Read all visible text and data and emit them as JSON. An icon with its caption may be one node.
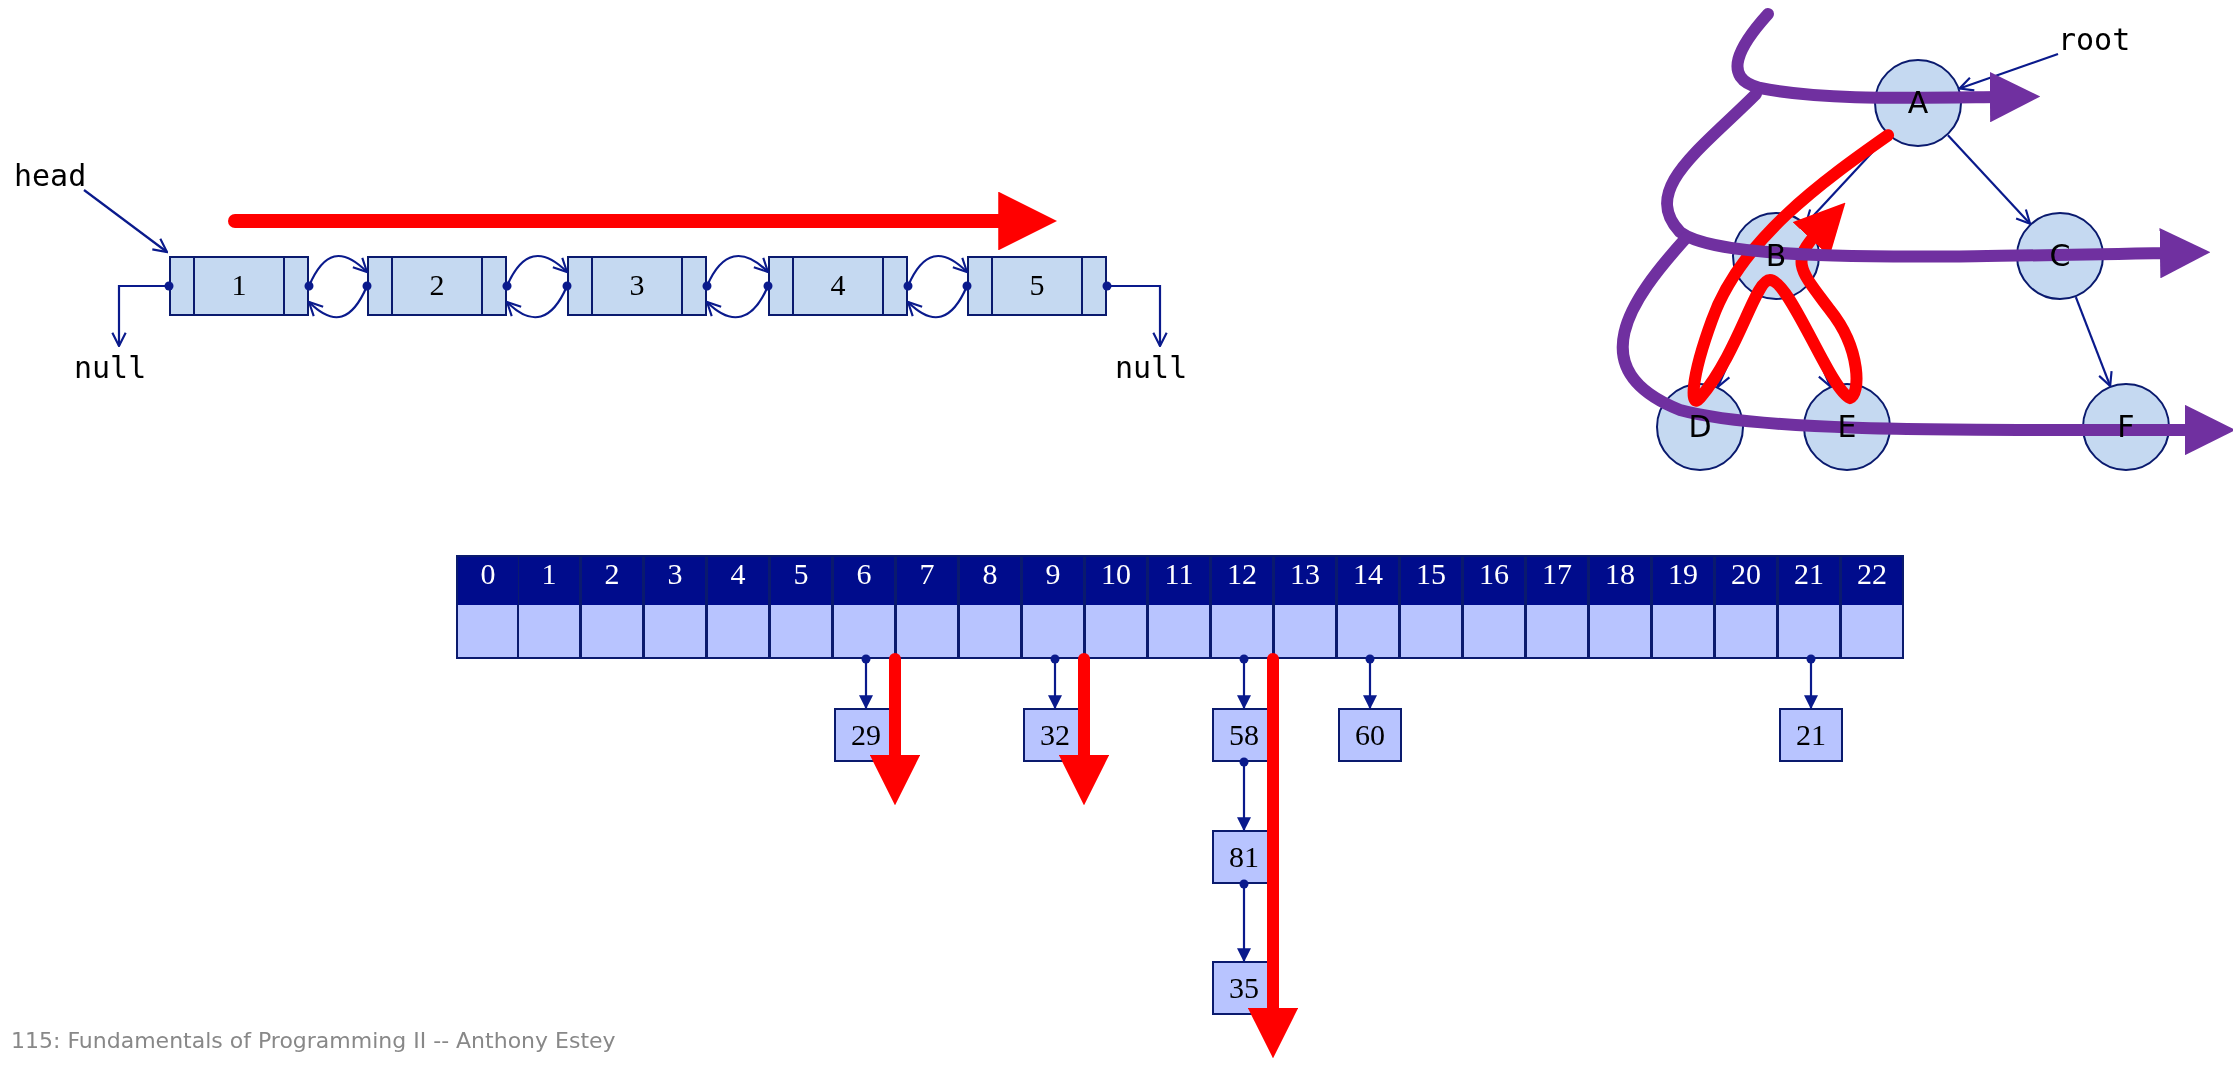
{
  "diagram": {
    "nodes": [
      {
        "text": [
          "head"
        ]
      },
      {
        "text": [
          "1"
        ]
      },
      {
        "text": [
          "2"
        ]
      },
      {
        "text": [
          "3"
        ]
      },
      {
        "text": [
          "4"
        ]
      },
      {
        "text": [
          "5"
        ]
      },
      {
        "text": [
          "null"
        ]
      },
      {
        "text": [
          "null"
        ]
      },
      {
        "text": [
          "root"
        ]
      },
      {
        "text": [
          "A"
        ]
      },
      {
        "text": [
          "B"
        ]
      },
      {
        "text": [
          "C"
        ]
      },
      {
        "text": [
          "D"
        ]
      },
      {
        "text": [
          "E"
        ]
      },
      {
        "text": [
          "F"
        ]
      },
      {
        "text": [
          "0"
        ]
      },
      {
        "text": [
          "1"
        ]
      },
      {
        "text": [
          "2"
        ]
      },
      {
        "text": [
          "3"
        ]
      },
      {
        "text": [
          "4"
        ]
      },
      {
        "text": [
          "5"
        ]
      },
      {
        "text": [
          "6"
        ]
      },
      {
        "text": [
          "7"
        ]
      },
      {
        "text": [
          "8"
        ]
      },
      {
        "text": [
          "9"
        ]
      },
      {
        "text": [
          "10"
        ]
      },
      {
        "text": [
          "11"
        ]
      },
      {
        "text": [
          "12"
        ]
      },
      {
        "text": [
          "13"
        ]
      },
      {
        "text": [
          "14"
        ]
      },
      {
        "text": [
          "15"
        ]
      },
      {
        "text": [
          "16"
        ]
      },
      {
        "text": [
          "17"
        ]
      },
      {
        "text": [
          "18"
        ]
      },
      {
        "text": [
          "19"
        ]
      },
      {
        "text": [
          "20"
        ]
      },
      {
        "text": [
          "21"
        ]
      },
      {
        "text": [
          "22"
        ]
      },
      {
        "text": [
          "29"
        ]
      },
      {
        "text": [
          "32"
        ]
      },
      {
        "text": [
          "58"
        ]
      },
      {
        "text": [
          "81"
        ]
      },
      {
        "text": [
          "35"
        ]
      },
      {
        "text": [
          "60"
        ]
      },
      {
        "text": [
          "21"
        ]
      }
    ],
    "edges": [
      {
        "from": 0,
        "to": 1,
        "arrow": "to"
      },
      {
        "from": 1,
        "to": 2,
        "arrow": "to"
      },
      {
        "from": 2,
        "to": 1,
        "arrow": "to"
      },
      {
        "from": 2,
        "to": 3,
        "arrow": "to"
      },
      {
        "from": 3,
        "to": 2,
        "arrow": "to"
      },
      {
        "from": 3,
        "to": 4,
        "arrow": "to"
      },
      {
        "from": 4,
        "to": 3,
        "arrow": "to"
      },
      {
        "from": 4,
        "to": 5,
        "arrow": "to"
      },
      {
        "from": 5,
        "to": 4,
        "arrow": "to"
      },
      {
        "from": 1,
        "to": 6,
        "arrow": "to"
      },
      {
        "from": 5,
        "to": 7,
        "arrow": "to"
      },
      {
        "from": 8,
        "to": 9,
        "arrow": "to"
      },
      {
        "from": 9,
        "to": 10,
        "arrow": "to"
      },
      {
        "from": 9,
        "to": 11,
        "arrow": "to"
      },
      {
        "from": 10,
        "to": 12,
        "arrow": "to"
      },
      {
        "from": 10,
        "to": 13,
        "arrow": "to"
      },
      {
        "from": 11,
        "to": 14,
        "arrow": "to"
      },
      {
        "from": 21,
        "to": 38,
        "arrow": "to"
      },
      {
        "from": 24,
        "to": 39,
        "arrow": "to"
      },
      {
        "from": 27,
        "to": 40,
        "arrow": "to"
      },
      {
        "from": 40,
        "to": 41,
        "arrow": "to"
      },
      {
        "from": 41,
        "to": 42,
        "arrow": "to"
      },
      {
        "from": 29,
        "to": 43,
        "arrow": "to"
      },
      {
        "from": 36,
        "to": 44,
        "arrow": "to"
      },
      {
        "from": 21,
        "to": 38,
        "arrow": "to",
        "style": "thick",
        "color": "#ff0000"
      },
      {
        "from": 24,
        "to": 39,
        "arrow": "to",
        "style": "thick",
        "color": "#ff0000"
      },
      {
        "from": 27,
        "to": 42,
        "arrow": "to",
        "style": "thick",
        "color": "#ff0000"
      },
      {
        "from": 9,
        "to": 10,
        "arrow": "to",
        "style": "thick",
        "color": "#ff0000"
      },
      {
        "from": null,
        "to": 9,
        "arrow": "to",
        "style": "thick",
        "color": "#7030a0"
      },
      {
        "from": null,
        "to": 11,
        "arrow": "to",
        "style": "thick",
        "color": "#7030a0"
      },
      {
        "from": null,
        "to": 14,
        "arrow": "to",
        "style": "thick",
        "color": "#7030a0"
      }
    ],
    "labels": [
      "115: Fundamentals of Programming II -- Anthony Estey"
    ]
  }
}
